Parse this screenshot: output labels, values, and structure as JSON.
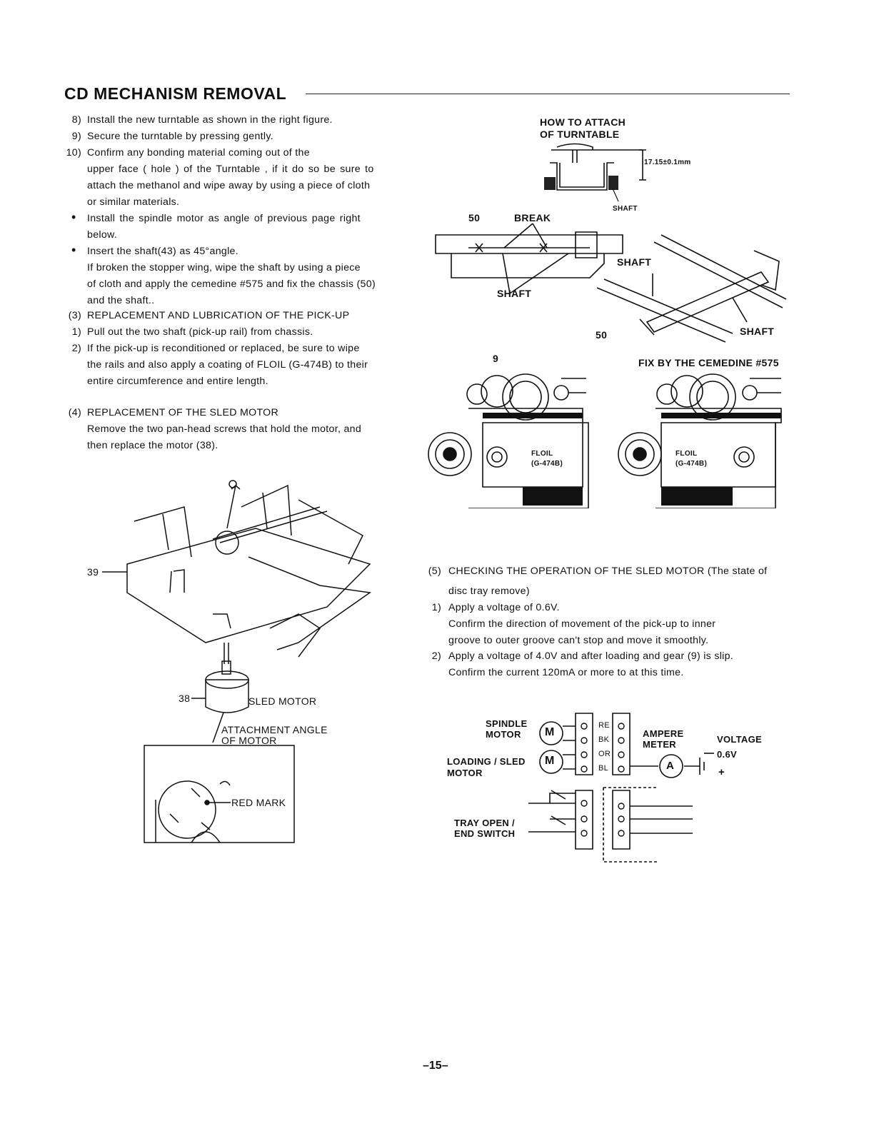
{
  "page": {
    "title": "CD MECHANISM REMOVAL",
    "page_number": "–15–"
  },
  "left_text": {
    "step8_num": "8)",
    "step8": "Install the new turntable as shown in the right figure.",
    "step9_num": "9)",
    "step9": "Secure the turntable by pressing gently.",
    "step10_num": "10)",
    "step10_l1": "Confirm any bonding material coming out of the",
    "step10_l2": "upper face ( hole ) of the Turntable , if it do so be sure to",
    "step10_l3": "attach the methanol and wipe away by using a piece of cloth",
    "step10_l4": "or similar materials.",
    "bullet1_l1": "Install the spindle motor as angle of previous page right",
    "bullet1_l2": "below.",
    "bullet2_l1": "Insert the shaft(43) as 45°angle.",
    "bullet2_l2": "If broken the stopper wing, wipe the shaft by using a piece",
    "bullet2_l3": "of cloth and apply the cemedine #575 and fix the chassis (50)",
    "bullet2_l4": "and the shaft..",
    "sec3_num": "(3)",
    "sec3_title": "REPLACEMENT AND LUBRICATION OF THE PICK-UP",
    "sec3_1_num": "1)",
    "sec3_1": "Pull out the two shaft (pick-up rail) from chassis.",
    "sec3_2_num": "2)",
    "sec3_2_l1": "If the pick-up is reconditioned or replaced, be sure to wipe",
    "sec3_2_l2": "the rails and also apply a coating of FLOIL (G-474B) to their",
    "sec3_2_l3": "entire circumference and entire length.",
    "sec4_num": "(4)",
    "sec4_title": "REPLACEMENT OF THE SLED MOTOR",
    "sec4_l1": "Remove the two pan-head screws that hold the motor, and",
    "sec4_l2": "then replace the motor (38)."
  },
  "right_text": {
    "sec5_num": "(5)",
    "sec5_l1": "CHECKING THE OPERATION OF THE SLED MOTOR (The state of",
    "sec5_l2": "disc tray remove)",
    "s5_1_num": "1)",
    "s5_1_title": "Apply a voltage of 0.6V.",
    "s5_1_l1": "Confirm the direction of movement of the pick-up to inner",
    "s5_1_l2": "groove to outer groove can't stop and move it smoothly.",
    "s5_2_num": "2)",
    "s5_2_l1": "Apply a voltage of 4.0V and after loading and gear (9) is slip.",
    "s5_2_l2": "Confirm the current 120mA or more to at this time."
  },
  "fig_turntable": {
    "title_l1": "HOW TO ATTACH",
    "title_l2": "OF TURNTABLE",
    "dimension": "17.15±0.1mm",
    "shaft": "SHAFT"
  },
  "fig_shaft": {
    "num50_a": "50",
    "break": "BREAK",
    "shaft_a": "SHAFT",
    "shaft_b": "SHAFT",
    "num50_b": "50",
    "shaft_c": "SHAFT"
  },
  "fig_floil": {
    "num9": "9",
    "fix_label": "FIX BY THE CEMEDINE #575",
    "floil_a_l1": "FLOIL",
    "floil_a_l2": "(G-474B)",
    "floil_b_l1": "FLOIL",
    "floil_b_l2": "(G-474B)"
  },
  "fig_motor": {
    "num39": "39",
    "num38": "38",
    "sled_motor": "SLED MOTOR",
    "attach_l1": "ATTACHMENT ANGLE",
    "attach_l2": "OF MOTOR",
    "red_mark": "RED MARK"
  },
  "fig_circuit": {
    "spindle_l1": "SPINDLE",
    "spindle_l2": "MOTOR",
    "loading_l1": "LOADING / SLED",
    "loading_l2": "MOTOR",
    "motor_symbol": "M",
    "tray_l1": "TRAY OPEN /",
    "tray_l2": "END SWITCH",
    "wire_re": "RE",
    "wire_bk": "BK",
    "wire_or": "OR",
    "wire_bl": "BL",
    "ampere_l1": "AMPERE",
    "ampere_l2": "METER",
    "ammeter_symbol": "A",
    "voltage": "VOLTAGE",
    "voltage_value": "0.6V",
    "plus": "+"
  }
}
